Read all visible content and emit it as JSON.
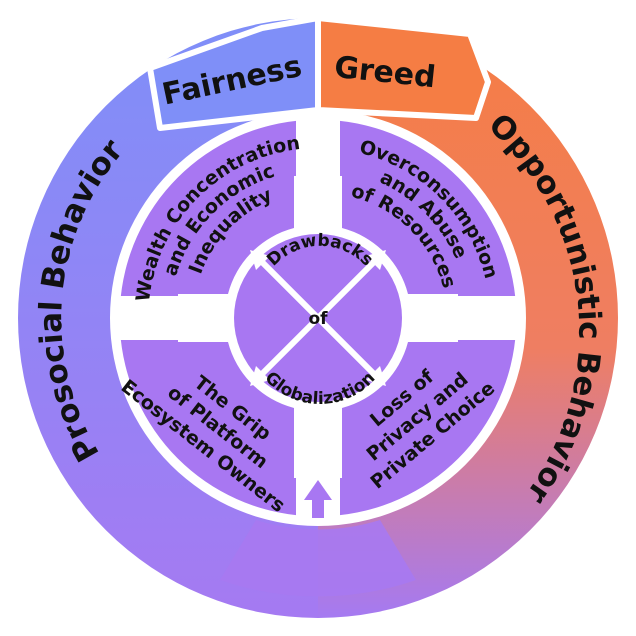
{
  "outer_ring": {
    "left_label": "Prosocial Behavior",
    "right_label": "Opportunistic Behavior"
  },
  "top_tabs": {
    "left": "Fairness",
    "right": "Greed"
  },
  "quadrants": {
    "top_left": [
      "Wealth Concentration",
      "and Economic",
      "Inequality"
    ],
    "top_right": [
      "Overconsumption",
      "and Abuse",
      "of Resources"
    ],
    "bottom_left": [
      "The Grip",
      "of Platform",
      "Ecosystem Owners"
    ],
    "bottom_right": [
      "Loss of",
      "Privacy and",
      "Private Choice"
    ]
  },
  "center": {
    "top": "Drawbacks",
    "middle": "of",
    "bottom": "Globalization"
  },
  "colors": {
    "prosocial_blue": "#7b8bf7",
    "purple": "#a878f0",
    "opportunistic_orange": "#f4824e",
    "inner_purple": "#a877f2",
    "gap": "#ffffff",
    "text": "#111111"
  }
}
